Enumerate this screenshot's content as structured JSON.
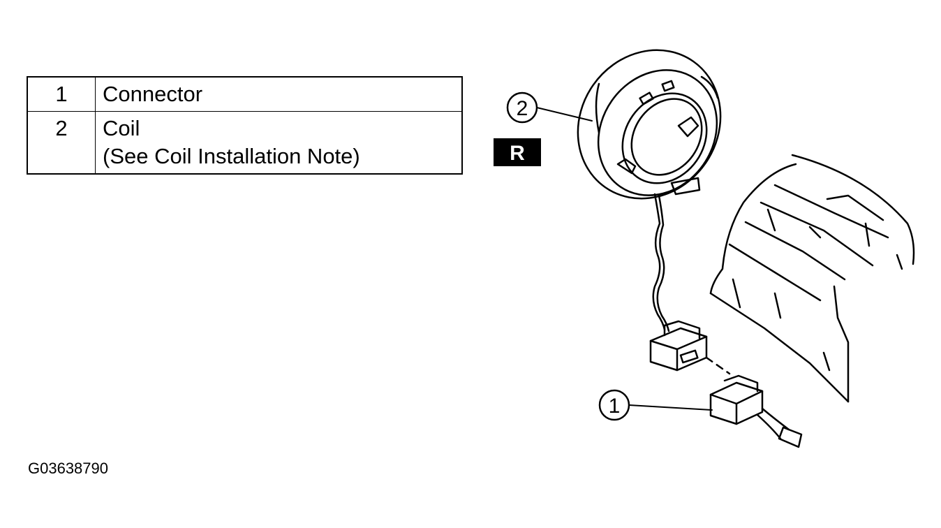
{
  "legend": {
    "rows": [
      {
        "num": "1",
        "lines": [
          "Connector"
        ]
      },
      {
        "num": "2",
        "lines": [
          "Coil",
          "(See Coil Installation Note)"
        ]
      }
    ]
  },
  "badge": {
    "label": "R"
  },
  "callouts": {
    "connector": "1",
    "coil": "2"
  },
  "figure_code": "G03638790"
}
